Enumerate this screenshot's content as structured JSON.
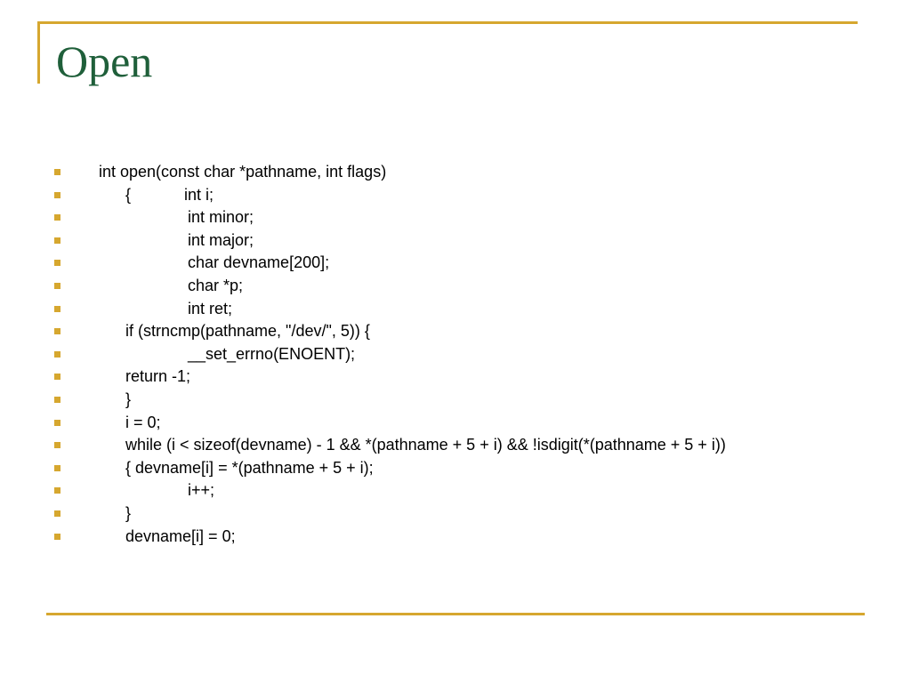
{
  "slide": {
    "title": "Open",
    "lines": [
      "int open(const char *pathname, int flags)",
      "{            int i;",
      "int minor;",
      "int major;",
      "char devname[200];",
      "char *p;",
      "int ret;",
      "if (strncmp(pathname, \"/dev/\", 5)) {",
      "__set_errno(ENOENT);",
      "return -1;",
      "}",
      "i = 0;",
      "while (i < sizeof(devname) - 1 && *(pathname + 5 + i) && !isdigit(*(pathname + 5 + i))",
      "{ devname[i] = *(pathname + 5 + i);",
      "i++;",
      "}",
      "devname[i] = 0;"
    ]
  },
  "colors": {
    "accent": "#d6a72f",
    "title": "#1f5f3a",
    "text": "#000000"
  },
  "icons": {
    "bullet": "square-bullet-icon"
  }
}
